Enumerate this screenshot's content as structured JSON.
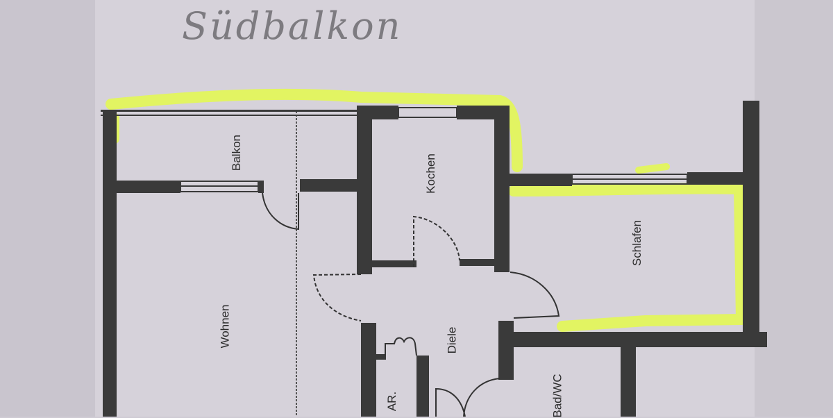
{
  "title_handwritten": "Südbalkon",
  "rooms": [
    {
      "id": "balkon",
      "label": "Balkon"
    },
    {
      "id": "kochen",
      "label": "Kochen"
    },
    {
      "id": "schlafen",
      "label": "Schlafen"
    },
    {
      "id": "wohnen",
      "label": "Wohnen"
    },
    {
      "id": "diele",
      "label": "Diele"
    },
    {
      "id": "abstellraum",
      "label": "AR."
    },
    {
      "id": "bad",
      "label": "Bad/WC"
    }
  ],
  "colors": {
    "wall": "#3a3a3a",
    "paper": "#d6d2da",
    "highlight": "#e6ff3a",
    "handwriting": "#7d7b80"
  }
}
